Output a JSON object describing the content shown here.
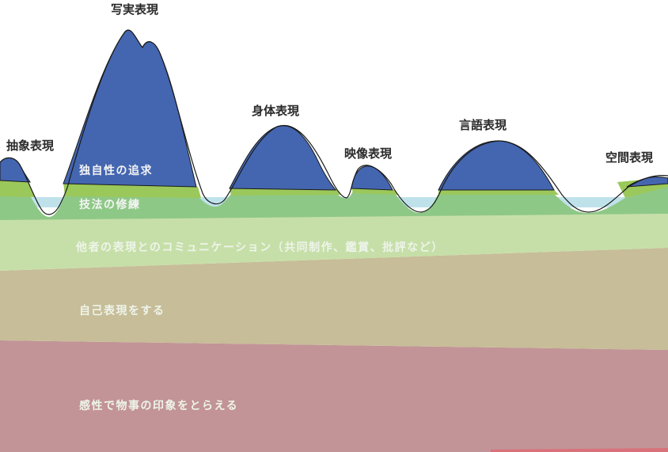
{
  "layers": {
    "technique": {
      "label": "技法の修練"
    },
    "originality": {
      "label": "独自性の追求"
    },
    "interaction": {
      "label": "他者の表現とのコミュニケーション（共同制作、鑑賞、批評など）"
    },
    "self_expression": {
      "label": "自己表現をする"
    },
    "perception": {
      "label": "感性で物事の印象をとらえる"
    }
  },
  "peaks": {
    "abstract": {
      "label": "抽象表現"
    },
    "realism": {
      "label": "写実表現"
    },
    "body": {
      "label": "身体表現"
    },
    "video": {
      "label": "映像表現"
    },
    "language": {
      "label": "言語表現"
    },
    "space": {
      "label": "空間表現"
    }
  },
  "colors": {
    "perception": "#c29497",
    "self_expression": "#c7bd98",
    "interaction": "#c6dfa8",
    "technique_band": "#8ec886",
    "originality_band": "#9bc85a",
    "peaks": "#4466b0",
    "water": "#bfe2ea"
  }
}
